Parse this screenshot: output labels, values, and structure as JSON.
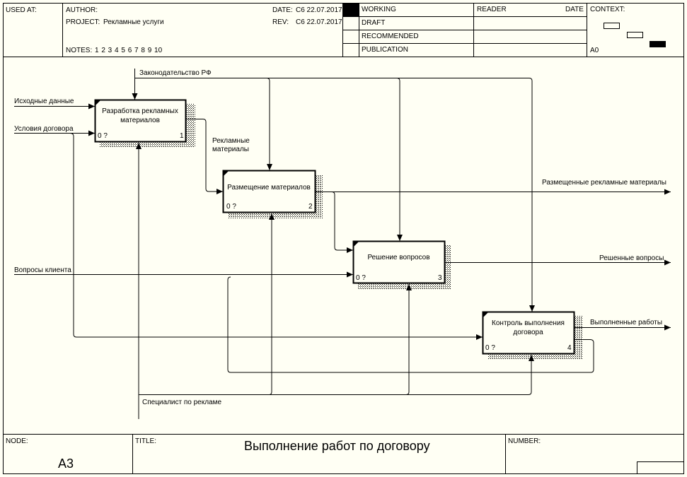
{
  "header": {
    "used_at": "USED AT:",
    "author_label": "AUTHOR:",
    "project_label": "PROJECT:",
    "project_name": "Рекламные услуги",
    "notes_label": "NOTES:",
    "notes_numbers": "1 2 3 4 5 6 7 8 9 10",
    "date_label": "DATE:",
    "date_value": "C6 22.07.2017",
    "rev_label": "REV:",
    "rev_value": "C6 22.07.2017",
    "status": [
      "WORKING",
      "DRAFT",
      "RECOMMENDED",
      "PUBLICATION"
    ],
    "reader_label": "READER",
    "reader_date_label": "DATE",
    "context_label": "CONTEXT:",
    "context_node": "A0"
  },
  "diagram": {
    "boxes": [
      {
        "label": "Разработка рекламных материалов",
        "cost": "0 ?",
        "number": "1"
      },
      {
        "label": "Размещение материалов",
        "cost": "0 ?",
        "number": "2"
      },
      {
        "label": "Решение вопросов",
        "cost": "0 ?",
        "number": "3"
      },
      {
        "label": "Контроль выполнения договора",
        "cost": "0 ?",
        "number": "4"
      }
    ],
    "arrows": {
      "law": "Законодательство РФ",
      "initial_data": "Исходные данные",
      "contract_terms": "Условия договора",
      "client_questions": "Вопросы клиента",
      "ad_materials": "Рекламные материалы",
      "placed_materials": "Размещенные рекламные материалы",
      "solved_questions": "Решенные вопросы",
      "completed_work": "Выполненные работы",
      "specialist": "Специалист по рекламе"
    }
  },
  "footer": {
    "node_label": "NODE:",
    "node_value": "A3",
    "title_label": "TITLE:",
    "title_value": "Выполнение работ по договору",
    "number_label": "NUMBER:"
  }
}
